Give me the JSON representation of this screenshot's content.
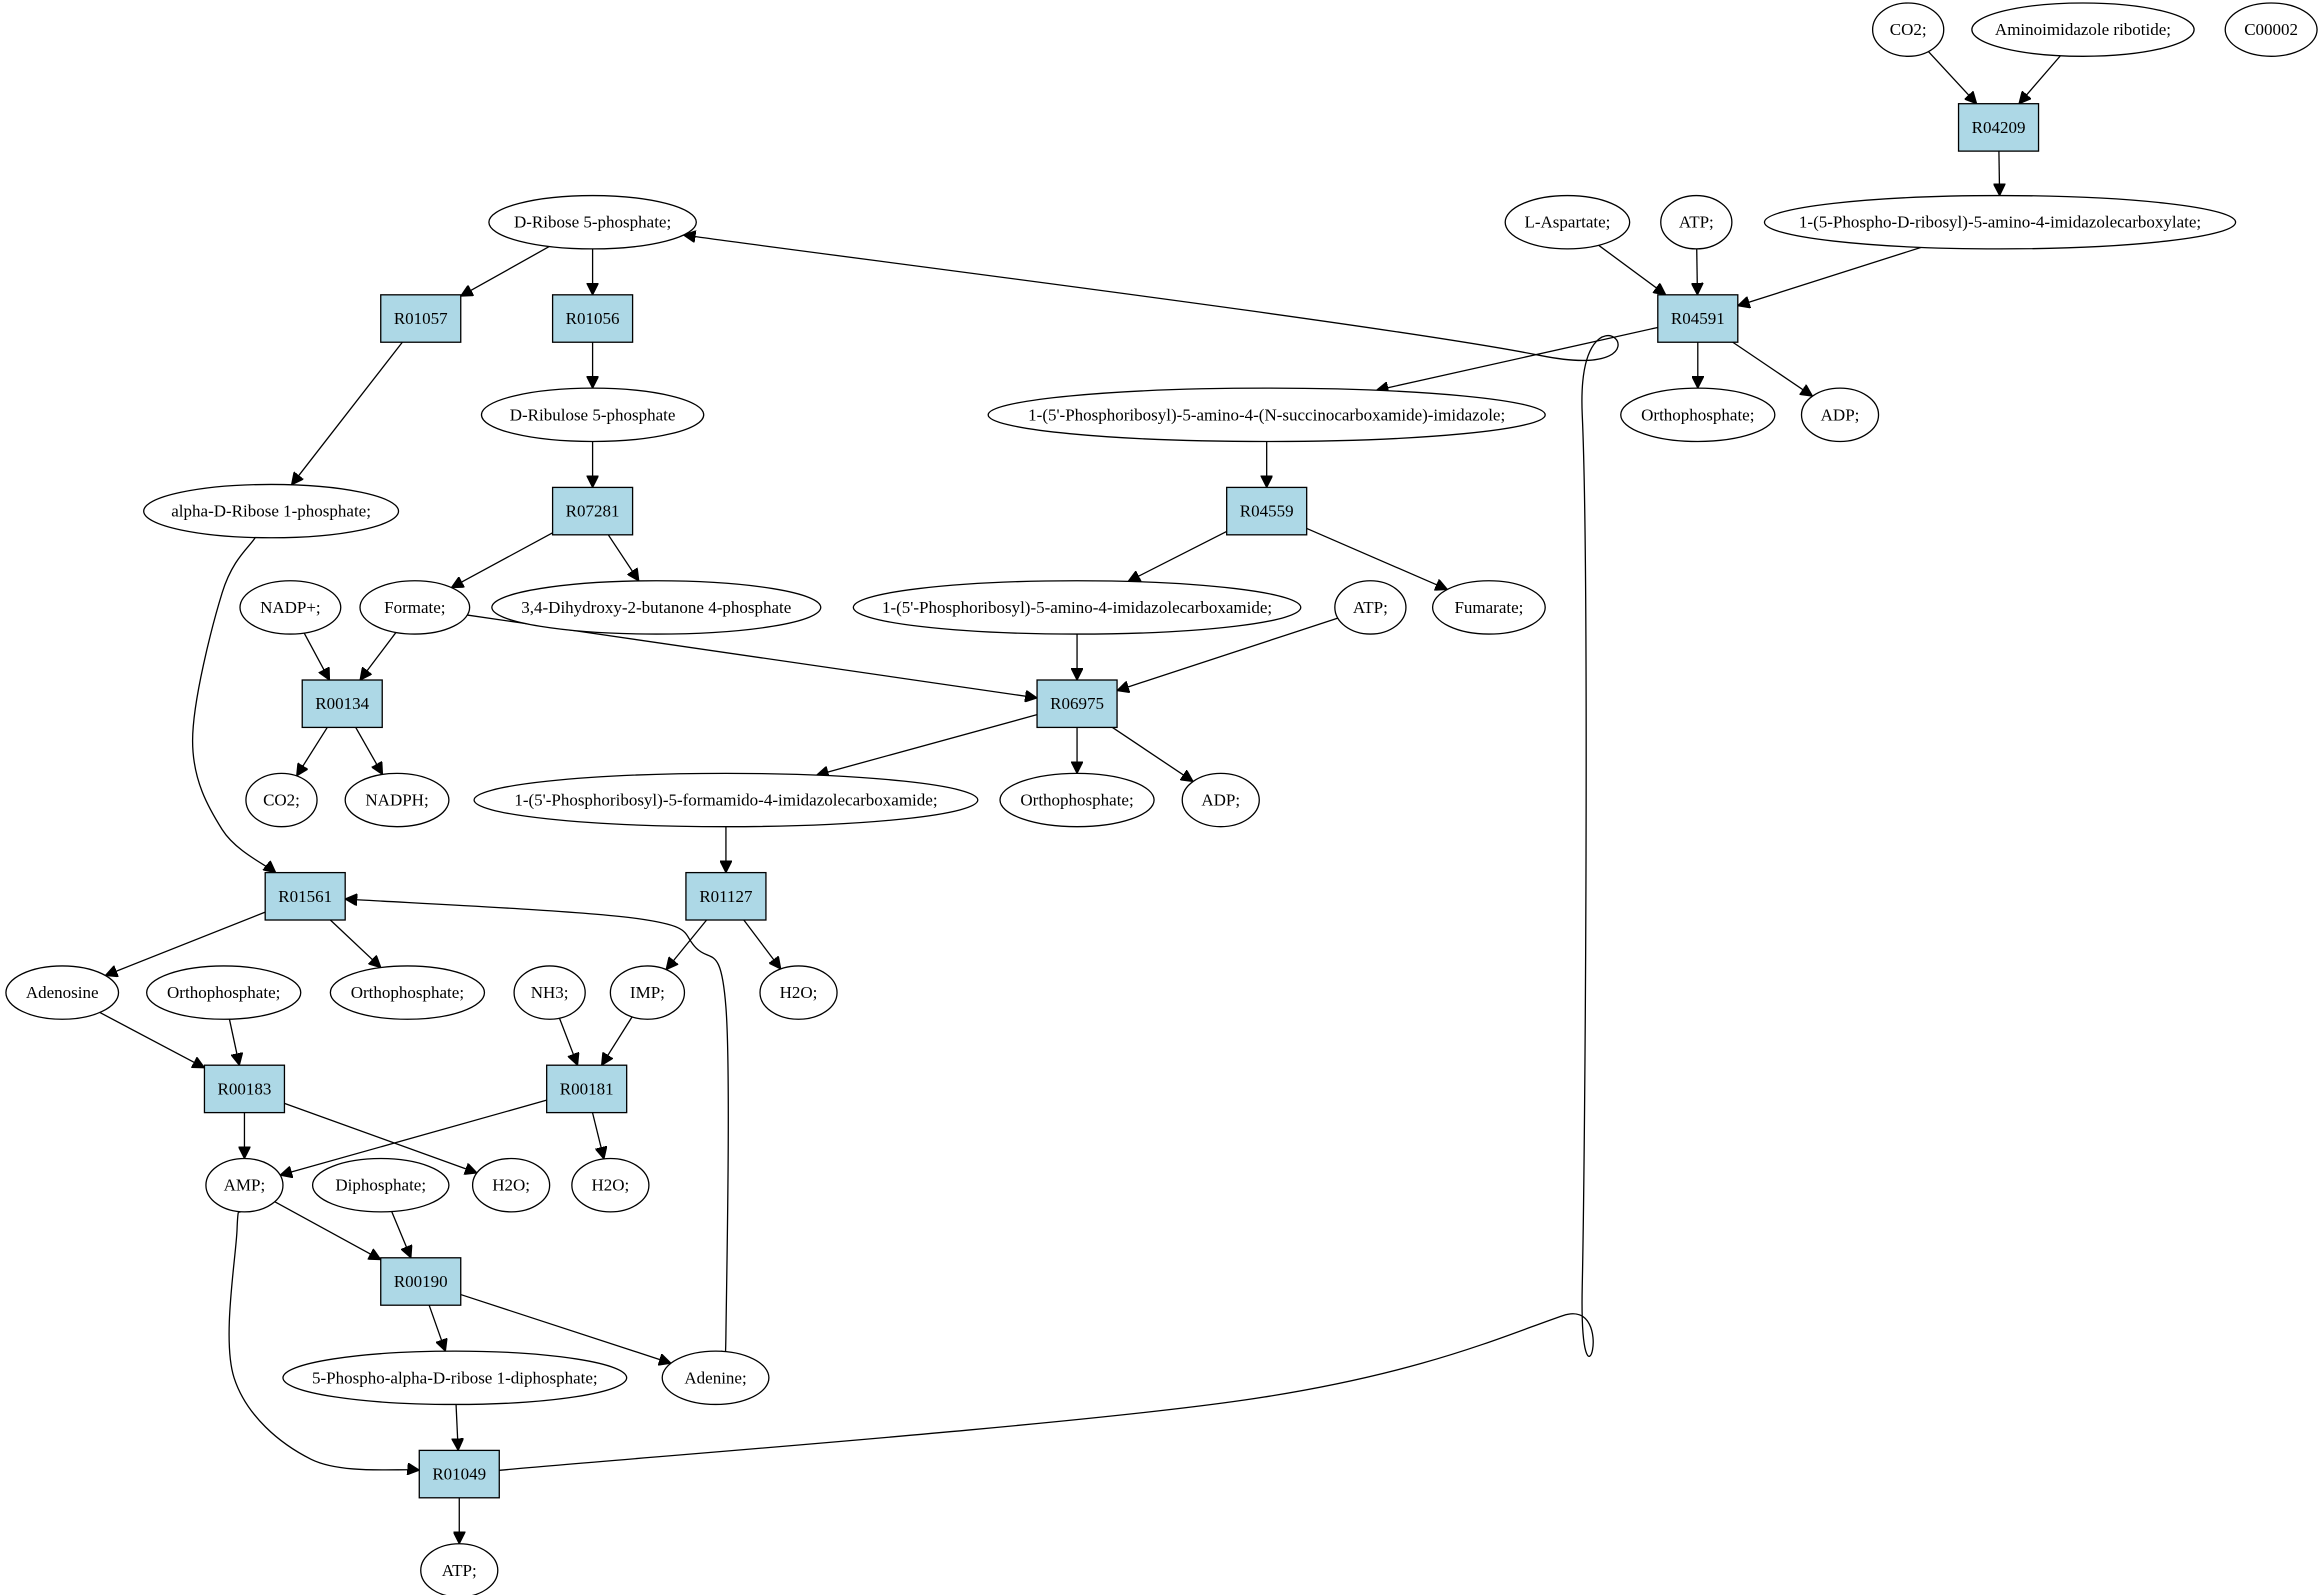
{
  "diagram": {
    "highlight_colors": {
      "default": "#ffffff",
      "reaction": "#add8e6",
      "source": "#00ee00",
      "target": "#ffff00"
    },
    "nodes": [
      {
        "id": "c_co2_top",
        "kind": "compound",
        "label": "CO2;",
        "color": "default"
      },
      {
        "id": "c_air",
        "kind": "compound",
        "label": "Aminoimidazole ribotide;",
        "color": "default"
      },
      {
        "id": "c_c00002",
        "kind": "compound",
        "label": "C00002",
        "color": "target"
      },
      {
        "id": "r_R04209",
        "kind": "reaction",
        "label": "R04209"
      },
      {
        "id": "c_dribose5p",
        "kind": "compound",
        "label": "D-Ribose 5-phosphate;",
        "color": "source"
      },
      {
        "id": "c_laspartate",
        "kind": "compound",
        "label": "L-Aspartate;",
        "color": "default"
      },
      {
        "id": "c_atp_1",
        "kind": "compound",
        "label": "ATP;",
        "color": "default"
      },
      {
        "id": "c_cair",
        "kind": "compound",
        "label": "1-(5-Phospho-D-ribosyl)-5-amino-4-imidazolecarboxylate;",
        "color": "default"
      },
      {
        "id": "r_R01057",
        "kind": "reaction",
        "label": "R01057"
      },
      {
        "id": "r_R01056",
        "kind": "reaction",
        "label": "R01056"
      },
      {
        "id": "r_R04591",
        "kind": "reaction",
        "label": "R04591"
      },
      {
        "id": "c_dribulose5p",
        "kind": "compound",
        "label": "D-Ribulose 5-phosphate",
        "color": "default"
      },
      {
        "id": "c_saicar",
        "kind": "compound",
        "label": "1-(5'-Phosphoribosyl)-5-amino-4-(N-succinocarboxamide)-imidazole;",
        "color": "default"
      },
      {
        "id": "c_orthop_1",
        "kind": "compound",
        "label": "Orthophosphate;",
        "color": "default"
      },
      {
        "id": "c_adp_1",
        "kind": "compound",
        "label": "ADP;",
        "color": "default"
      },
      {
        "id": "c_ar1p",
        "kind": "compound",
        "label": "alpha-D-Ribose 1-phosphate;",
        "color": "default"
      },
      {
        "id": "r_R07281",
        "kind": "reaction",
        "label": "R07281"
      },
      {
        "id": "r_R04559",
        "kind": "reaction",
        "label": "R04559"
      },
      {
        "id": "c_nadp",
        "kind": "compound",
        "label": "NADP+;",
        "color": "default"
      },
      {
        "id": "c_formate",
        "kind": "compound",
        "label": "Formate;",
        "color": "default"
      },
      {
        "id": "c_dhbp",
        "kind": "compound",
        "label": "3,4-Dihydroxy-2-butanone 4-phosphate",
        "color": "default"
      },
      {
        "id": "c_aicar",
        "kind": "compound",
        "label": "1-(5'-Phosphoribosyl)-5-amino-4-imidazolecarboxamide;",
        "color": "default"
      },
      {
        "id": "c_atp_2",
        "kind": "compound",
        "label": "ATP;",
        "color": "default"
      },
      {
        "id": "c_fumarate",
        "kind": "compound",
        "label": "Fumarate;",
        "color": "default"
      },
      {
        "id": "r_R00134",
        "kind": "reaction",
        "label": "R00134"
      },
      {
        "id": "r_R06975",
        "kind": "reaction",
        "label": "R06975"
      },
      {
        "id": "c_co2_mid",
        "kind": "compound",
        "label": "CO2;",
        "color": "default"
      },
      {
        "id": "c_nadph",
        "kind": "compound",
        "label": "NADPH;",
        "color": "default"
      },
      {
        "id": "c_faicar",
        "kind": "compound",
        "label": "1-(5'-Phosphoribosyl)-5-formamido-4-imidazolecarboxamide;",
        "color": "default"
      },
      {
        "id": "c_orthop_2",
        "kind": "compound",
        "label": "Orthophosphate;",
        "color": "default"
      },
      {
        "id": "c_adp_2",
        "kind": "compound",
        "label": "ADP;",
        "color": "default"
      },
      {
        "id": "r_R01561",
        "kind": "reaction",
        "label": "R01561"
      },
      {
        "id": "r_R01127",
        "kind": "reaction",
        "label": "R01127"
      },
      {
        "id": "c_adenosine",
        "kind": "compound",
        "label": "Adenosine",
        "color": "default"
      },
      {
        "id": "c_orthop_3",
        "kind": "compound",
        "label": "Orthophosphate;",
        "color": "default"
      },
      {
        "id": "c_orthop_4",
        "kind": "compound",
        "label": "Orthophosphate;",
        "color": "default"
      },
      {
        "id": "c_nh3",
        "kind": "compound",
        "label": "NH3;",
        "color": "default"
      },
      {
        "id": "c_imp",
        "kind": "compound",
        "label": "IMP;",
        "color": "default"
      },
      {
        "id": "c_h2o_1",
        "kind": "compound",
        "label": "H2O;",
        "color": "default"
      },
      {
        "id": "r_R00183",
        "kind": "reaction",
        "label": "R00183"
      },
      {
        "id": "r_R00181",
        "kind": "reaction",
        "label": "R00181"
      },
      {
        "id": "c_amp",
        "kind": "compound",
        "label": "AMP;",
        "color": "default"
      },
      {
        "id": "c_diphosphate",
        "kind": "compound",
        "label": "Diphosphate;",
        "color": "default"
      },
      {
        "id": "c_h2o_2",
        "kind": "compound",
        "label": "H2O;",
        "color": "default"
      },
      {
        "id": "c_h2o_3",
        "kind": "compound",
        "label": "H2O;",
        "color": "default"
      },
      {
        "id": "r_R00190",
        "kind": "reaction",
        "label": "R00190"
      },
      {
        "id": "c_prpp",
        "kind": "compound",
        "label": "5-Phospho-alpha-D-ribose 1-diphosphate;",
        "color": "default"
      },
      {
        "id": "c_adenine",
        "kind": "compound",
        "label": "Adenine;",
        "color": "default"
      },
      {
        "id": "r_R01049",
        "kind": "reaction",
        "label": "R01049"
      },
      {
        "id": "c_atp_3",
        "kind": "compound",
        "label": "ATP;",
        "color": "default"
      }
    ],
    "edges": [
      [
        "c_co2_top",
        "r_R04209"
      ],
      [
        "c_air",
        "r_R04209"
      ],
      [
        "r_R04209",
        "c_cair"
      ],
      [
        "c_laspartate",
        "r_R04591"
      ],
      [
        "c_atp_1",
        "r_R04591"
      ],
      [
        "c_cair",
        "r_R04591"
      ],
      [
        "r_R04591",
        "c_saicar"
      ],
      [
        "r_R04591",
        "c_orthop_1"
      ],
      [
        "r_R04591",
        "c_adp_1"
      ],
      [
        "c_dribose5p",
        "r_R01057"
      ],
      [
        "c_dribose5p",
        "r_R01056"
      ],
      [
        "r_R01057",
        "c_ar1p"
      ],
      [
        "r_R01056",
        "c_dribulose5p"
      ],
      [
        "c_dribulose5p",
        "r_R07281"
      ],
      [
        "r_R07281",
        "c_formate"
      ],
      [
        "r_R07281",
        "c_dhbp"
      ],
      [
        "c_saicar",
        "r_R04559"
      ],
      [
        "r_R04559",
        "c_aicar"
      ],
      [
        "r_R04559",
        "c_fumarate"
      ],
      [
        "c_nadp",
        "r_R00134"
      ],
      [
        "c_formate",
        "r_R00134"
      ],
      [
        "c_formate",
        "r_R06975"
      ],
      [
        "c_aicar",
        "r_R06975"
      ],
      [
        "c_atp_2",
        "r_R06975"
      ],
      [
        "r_R00134",
        "c_co2_mid"
      ],
      [
        "r_R00134",
        "c_nadph"
      ],
      [
        "r_R06975",
        "c_faicar"
      ],
      [
        "r_R06975",
        "c_orthop_2"
      ],
      [
        "r_R06975",
        "c_adp_2"
      ],
      [
        "c_ar1p",
        "r_R01561"
      ],
      [
        "c_faicar",
        "r_R01127"
      ],
      [
        "r_R01561",
        "c_adenosine"
      ],
      [
        "r_R01561",
        "c_orthop_4"
      ],
      [
        "r_R01127",
        "c_imp"
      ],
      [
        "r_R01127",
        "c_h2o_1"
      ],
      [
        "c_adenosine",
        "r_R00183"
      ],
      [
        "c_orthop_3",
        "r_R00183"
      ],
      [
        "c_nh3",
        "r_R00181"
      ],
      [
        "c_imp",
        "r_R00181"
      ],
      [
        "r_R00183",
        "c_amp"
      ],
      [
        "r_R00183",
        "c_h2o_2"
      ],
      [
        "r_R00181",
        "c_amp"
      ],
      [
        "r_R00181",
        "c_h2o_3"
      ],
      [
        "c_amp",
        "r_R00190"
      ],
      [
        "c_diphosphate",
        "r_R00190"
      ],
      [
        "r_R00190",
        "c_prpp"
      ],
      [
        "r_R00190",
        "c_adenine"
      ],
      [
        "c_adenine",
        "r_R01561"
      ],
      [
        "c_prpp",
        "r_R01049"
      ],
      [
        "c_amp",
        "r_R01049"
      ],
      [
        "r_R01049",
        "c_atp_3"
      ],
      [
        "r_R01049",
        "c_dribose5p"
      ]
    ]
  }
}
